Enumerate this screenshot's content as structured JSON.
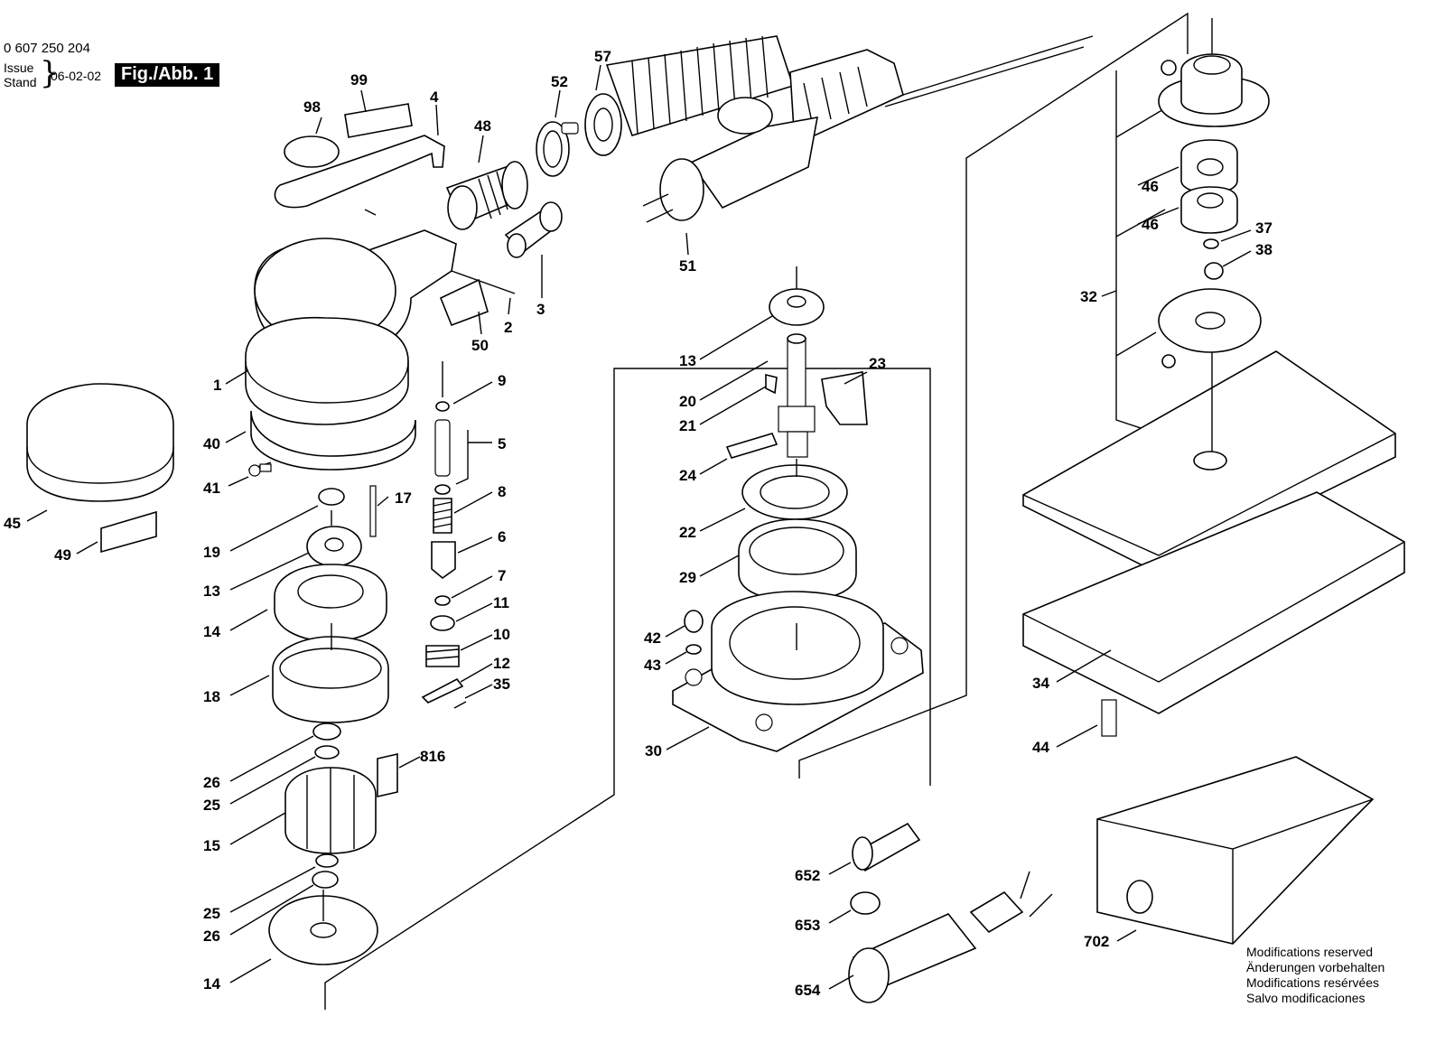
{
  "header": {
    "part_number": "0 607 250 204",
    "issue_label": "Issue",
    "stand_label": "Stand",
    "brace": "}",
    "date": "06-02-02",
    "figure_label": "Fig./Abb. 1"
  },
  "modifications_note": [
    "Modifications reserved",
    "Änderungen vorbehalten",
    "Modifications resérvées",
    "Salvo modificaciones"
  ],
  "callouts": [
    "1",
    "2",
    "3",
    "4",
    "5",
    "6",
    "7",
    "8",
    "9",
    "10",
    "11",
    "12",
    "13",
    "14",
    "15",
    "17",
    "18",
    "19",
    "20",
    "21",
    "22",
    "23",
    "24",
    "25",
    "26",
    "29",
    "30",
    "32",
    "34",
    "35",
    "37",
    "38",
    "40",
    "41",
    "42",
    "43",
    "44",
    "45",
    "46",
    "48",
    "49",
    "50",
    "51",
    "52",
    "57",
    "98",
    "99",
    "652",
    "653",
    "654",
    "702",
    "816"
  ]
}
